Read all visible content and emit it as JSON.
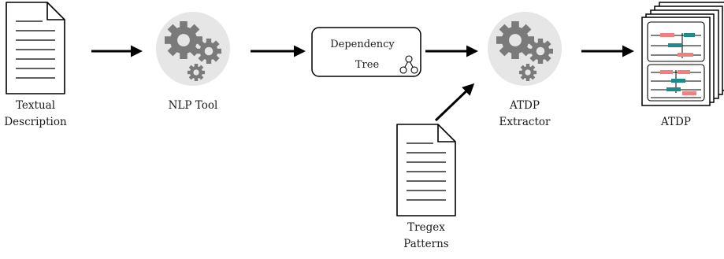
{
  "labels": {
    "textual_line1": "Textual",
    "textual_line2": "Description",
    "nlp_tool": "NLP Tool",
    "tree_line1": "Dependency",
    "tree_line2": "Tree",
    "atdp_extractor_line1": "ATDP",
    "atdp_extractor_line2": "Extractor",
    "atdp": "ATDP",
    "tregex_line1": "Tregex",
    "tregex_line2": "Patterns"
  },
  "icons": {
    "document": "document-icon",
    "gears": "gears-icon",
    "tree": "tree-icon",
    "stack": "stacked-documents-icon"
  },
  "colors": {
    "gear_circle": "#e6e6e6",
    "gear": "#7a7a7a",
    "pink": "#f08080",
    "teal": "#1f8a8a",
    "stroke": "#000000"
  }
}
